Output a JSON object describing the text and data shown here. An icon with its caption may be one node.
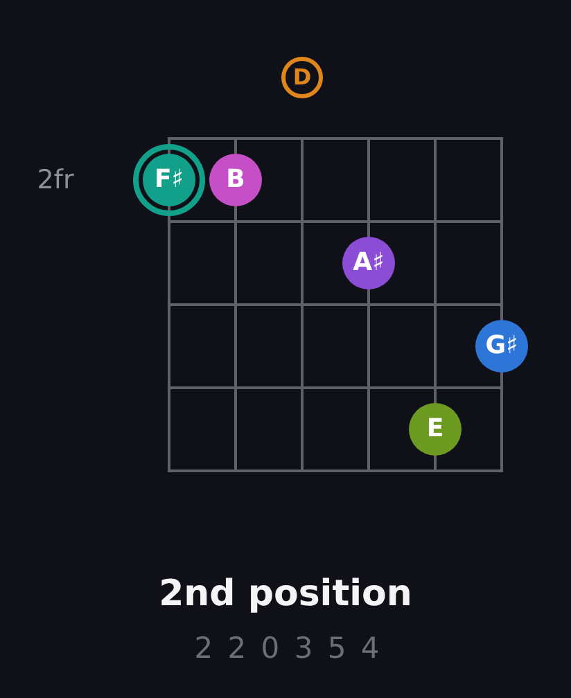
{
  "diagram": {
    "title": "2nd position",
    "nodes": [
      {
        "text": [
          "D"
        ]
      },
      {
        "text": [
          "F♯"
        ]
      },
      {
        "text": [
          "B"
        ]
      },
      {
        "text": [
          "A♯"
        ]
      },
      {
        "text": [
          "G♯"
        ]
      },
      {
        "text": [
          "E"
        ]
      }
    ],
    "labels": [
      "2fr",
      "2 2 0 3 5 4"
    ]
  }
}
